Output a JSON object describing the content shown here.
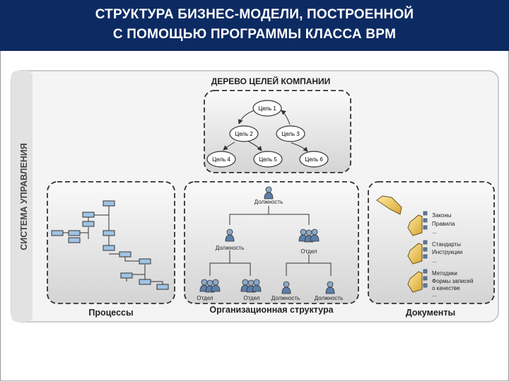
{
  "header": {
    "line1": "СТРУКТУРА БИЗНЕС-МОДЕЛИ, ПОСТРОЕННОЙ",
    "line2": "С ПОМОЩЬЮ ПРОГРАММЫ КЛАССА BPM"
  },
  "diagram": {
    "side_label": "СИСТЕМА УПРАВЛЕНИЯ",
    "goals": {
      "title": "ДЕРЕВО ЦЕЛЕЙ КОМПАНИИ",
      "nodes": [
        "Цель 1",
        "Цель 2",
        "Цель 3",
        "Цель 4",
        "Цель 5",
        "Цель 6"
      ]
    },
    "processes": {
      "title": "Процессы"
    },
    "org": {
      "title": "Организационная структура",
      "top": "Должность",
      "mid_left": "Должность",
      "mid_right": "Отдел",
      "b1": "Отдел",
      "b2": "Отдел",
      "b3": "Должность",
      "b4": "Должность"
    },
    "docs": {
      "title": "Документы",
      "group1": [
        "Законы",
        "Правила",
        "..."
      ],
      "group2": [
        "Стандарты",
        "Инструкции",
        "..."
      ],
      "group3": [
        "Методики",
        "Формы записей",
        "о качестве",
        "..."
      ]
    }
  }
}
